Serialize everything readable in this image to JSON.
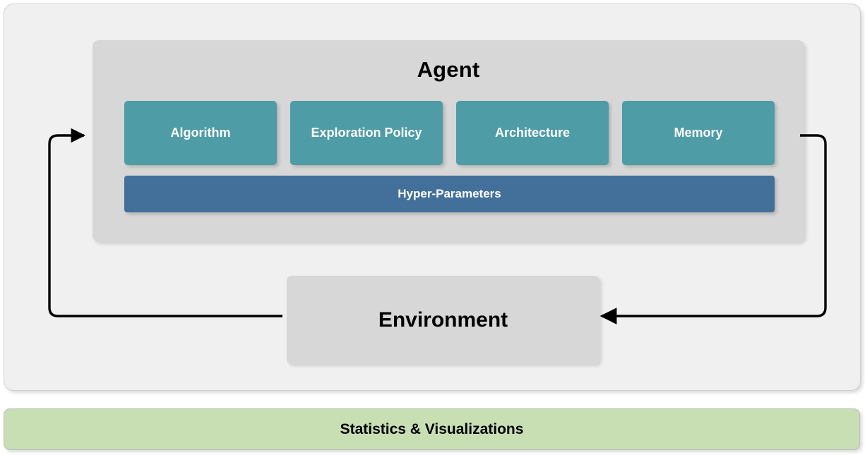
{
  "diagram": {
    "title_agent": "Agent",
    "title_environment": "Environment",
    "statistics_label": "Statistics & Visualizations",
    "hyper_parameters_label": "Hyper-Parameters",
    "components": [
      {
        "label": "Algorithm"
      },
      {
        "label": "Exploration Policy"
      },
      {
        "label": "Architecture"
      },
      {
        "label": "Memory"
      }
    ],
    "arrows": [
      {
        "name": "environment-to-agent-arrow",
        "direction": "left-up-right",
        "target": "agent-panel"
      },
      {
        "name": "agent-to-environment-arrow",
        "direction": "right-down-left",
        "target": "environment-box"
      }
    ],
    "colors": {
      "component_fill": "#4e9ca6",
      "hyper_parameters_fill": "#42709b",
      "agent_panel_fill": "#d7d7d7",
      "environment_fill": "#d7d7d7",
      "system_frame_fill": "#f0f0f0",
      "statistics_fill": "#c8dfb3",
      "arrow_stroke": "#000000",
      "component_text": "#ffffff",
      "title_text": "#000000"
    }
  }
}
